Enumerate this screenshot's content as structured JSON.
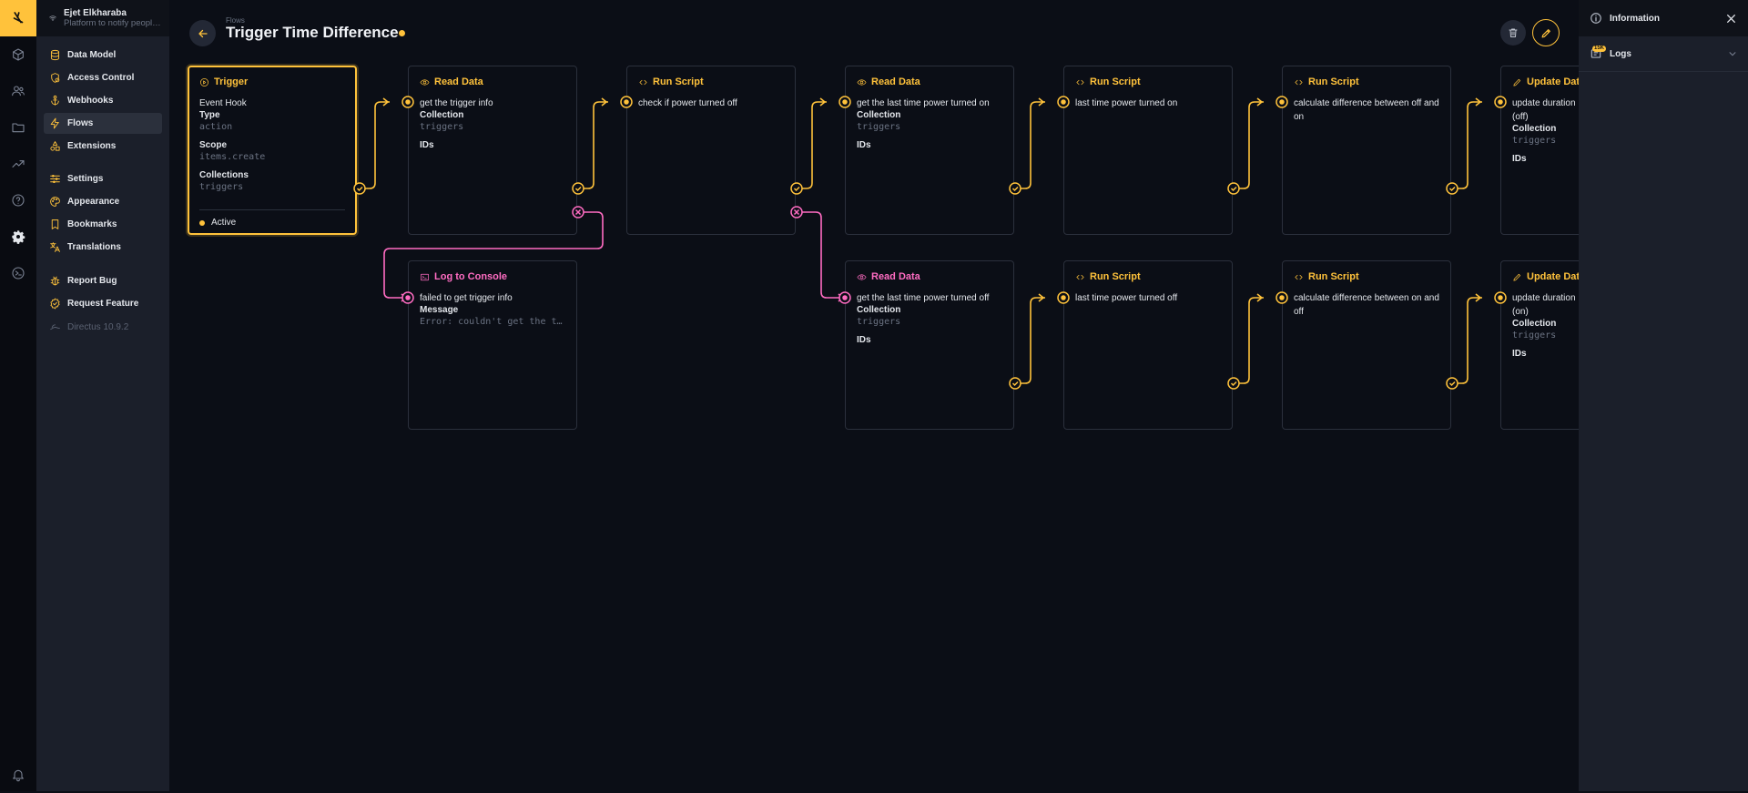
{
  "project": {
    "name": "Ejet Elkharaba",
    "description": "Platform to notify people about the power"
  },
  "header": {
    "breadcrumb": "Flows",
    "title": "Trigger Time Difference"
  },
  "nav": {
    "items": [
      {
        "label": "Data Model",
        "icon": "database-icon",
        "active": false
      },
      {
        "label": "Access Control",
        "icon": "access-control-icon",
        "active": false
      },
      {
        "label": "Webhooks",
        "icon": "anchor-icon",
        "active": false
      },
      {
        "label": "Flows",
        "icon": "bolt-icon",
        "active": true
      },
      {
        "label": "Extensions",
        "icon": "extension-icon",
        "active": false
      },
      {
        "label": "Settings",
        "icon": "sliders-icon",
        "active": false
      },
      {
        "label": "Appearance",
        "icon": "palette-icon",
        "active": false
      },
      {
        "label": "Bookmarks",
        "icon": "bookmark-icon",
        "active": false
      },
      {
        "label": "Translations",
        "icon": "translate-icon",
        "active": false
      },
      {
        "label": "Report Bug",
        "icon": "bug-icon",
        "active": false
      },
      {
        "label": "Request Feature",
        "icon": "feature-icon",
        "active": false
      }
    ],
    "version": "Directus 10.9.2"
  },
  "trigger": {
    "title": "Trigger",
    "subtitle": "Event Hook",
    "fields": [
      {
        "label": "Type",
        "value": "action"
      },
      {
        "label": "Scope",
        "value": "items.create"
      },
      {
        "label": "Collections",
        "value": "triggers"
      }
    ],
    "status": "Active"
  },
  "operations": [
    {
      "title": "Read Data",
      "icon": "eye-icon",
      "color": "#ffc23b",
      "subtitle": "get the trigger info",
      "fields": [
        {
          "label": "Collection",
          "value": "triggers"
        },
        {
          "label": "IDs",
          "value": ""
        }
      ]
    },
    {
      "title": "Run Script",
      "icon": "code-icon",
      "color": "#ffc23b",
      "subtitle": "check if power turned off",
      "fields": []
    },
    {
      "title": "Read Data",
      "icon": "eye-icon",
      "color": "#ffc23b",
      "subtitle": "get the last time power turned on",
      "fields": [
        {
          "label": "Collection",
          "value": "triggers"
        },
        {
          "label": "IDs",
          "value": ""
        }
      ]
    },
    {
      "title": "Run Script",
      "icon": "code-icon",
      "color": "#ffc23b",
      "subtitle": "last time power turned on",
      "fields": []
    },
    {
      "title": "Run Script",
      "icon": "code-icon",
      "color": "#ffc23b",
      "subtitle": "calculate difference between off and on",
      "fields": []
    },
    {
      "title": "Update Data",
      "icon": "pencil-icon",
      "color": "#ffc23b",
      "subtitle": "update duration (off)",
      "fields": [
        {
          "label": "Collection",
          "value": "triggers"
        },
        {
          "label": "IDs",
          "value": ""
        }
      ]
    },
    {
      "title": "Log to Console",
      "icon": "terminal-icon",
      "color": "#ff6cc2",
      "subtitle": "failed to get trigger info",
      "fields": [
        {
          "label": "Message",
          "value": "Error: couldn't get the trigger info"
        }
      ]
    },
    {
      "title": "Read Data",
      "icon": "eye-icon",
      "color": "#ff6cc2",
      "subtitle": "get the last time power turned off",
      "fields": [
        {
          "label": "Collection",
          "value": "triggers"
        },
        {
          "label": "IDs",
          "value": ""
        }
      ]
    },
    {
      "title": "Run Script",
      "icon": "code-icon",
      "color": "#ffc23b",
      "subtitle": "last time power turned off",
      "fields": []
    },
    {
      "title": "Run Script",
      "icon": "code-icon",
      "color": "#ffc23b",
      "subtitle": "calculate difference between on and off",
      "fields": []
    },
    {
      "title": "Update Data",
      "icon": "pencil-icon",
      "color": "#ffc23b",
      "subtitle": "update duration (on)",
      "fields": [
        {
          "label": "Collection",
          "value": "triggers"
        },
        {
          "label": "IDs",
          "value": ""
        }
      ]
    }
  ],
  "sidebar": {
    "info_title": "Information",
    "logs_title": "Logs",
    "logs_badge": "15K"
  },
  "colors": {
    "accent": "#ffc23b",
    "reject": "#ff6cc2",
    "background": "#0b0e16"
  }
}
